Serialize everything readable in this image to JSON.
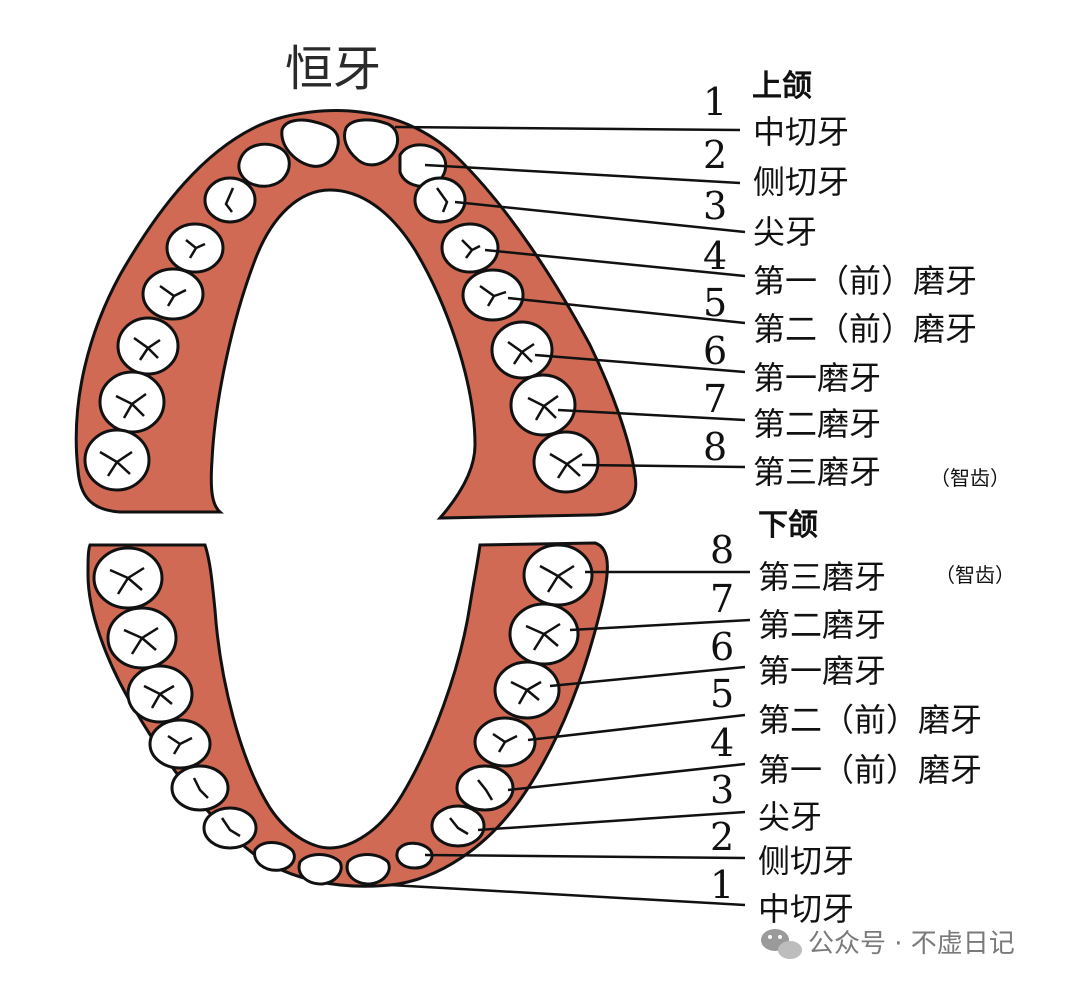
{
  "title": "恒牙",
  "colors": {
    "gum": "#d06a54",
    "outline": "#111111",
    "tooth": "#ffffff"
  },
  "upper": {
    "title": "上颌",
    "teeth": [
      {
        "num": "1",
        "name": "中切牙",
        "note": ""
      },
      {
        "num": "2",
        "name": "侧切牙",
        "note": ""
      },
      {
        "num": "3",
        "name": "尖牙",
        "note": ""
      },
      {
        "num": "4",
        "name": "第一（前）磨牙",
        "note": ""
      },
      {
        "num": "5",
        "name": "第二（前）磨牙",
        "note": ""
      },
      {
        "num": "6",
        "name": "第一磨牙",
        "note": ""
      },
      {
        "num": "7",
        "name": "第二磨牙",
        "note": ""
      },
      {
        "num": "8",
        "name": "第三磨牙",
        "note": "（智齿）"
      }
    ]
  },
  "lower": {
    "title": "下颌",
    "teeth": [
      {
        "num": "8",
        "name": "第三磨牙",
        "note": "（智齿）"
      },
      {
        "num": "7",
        "name": "第二磨牙",
        "note": ""
      },
      {
        "num": "6",
        "name": "第一磨牙",
        "note": ""
      },
      {
        "num": "5",
        "name": "第二（前）磨牙",
        "note": ""
      },
      {
        "num": "4",
        "name": "第一（前）磨牙",
        "note": ""
      },
      {
        "num": "3",
        "name": "尖牙",
        "note": ""
      },
      {
        "num": "2",
        "name": "侧切牙",
        "note": ""
      },
      {
        "num": "1",
        "name": "中切牙",
        "note": ""
      }
    ]
  },
  "watermark": {
    "icon": "wechat-icon",
    "text": "公众号 · 不虚日记"
  }
}
